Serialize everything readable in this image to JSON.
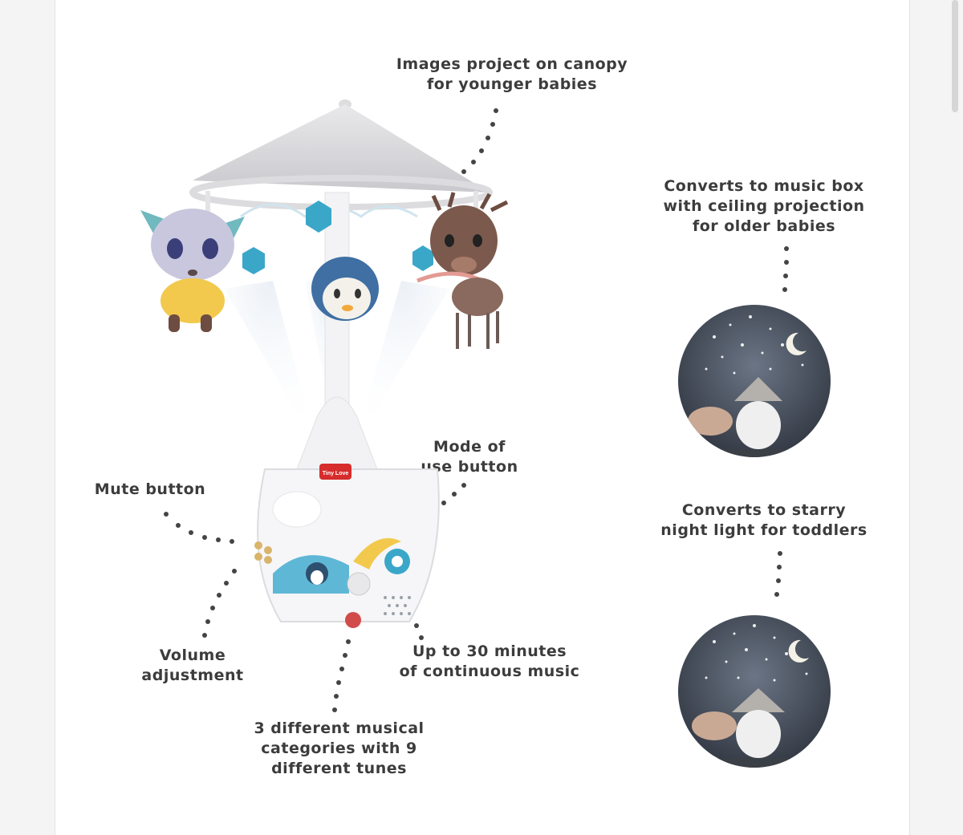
{
  "callouts": {
    "canopy": "Images project on canopy\nfor younger babies",
    "music_box": "Converts to music box\nwith ceiling projection\nfor older babies",
    "starry": "Converts to starry\nnight light for toddlers",
    "mode": "Mode of\nuse button",
    "mute": "Mute button",
    "volume": "Volume\nadjustment",
    "duration": "Up to 30 minutes\nof continuous music",
    "musical": "3 different musical\ncategories with 9\ndifferent tunes"
  },
  "brand_badge": "Tiny Love",
  "colors": {
    "dots": "#444444",
    "accent_blue": "#3aa7c9",
    "night_bg": "#2e3440"
  }
}
